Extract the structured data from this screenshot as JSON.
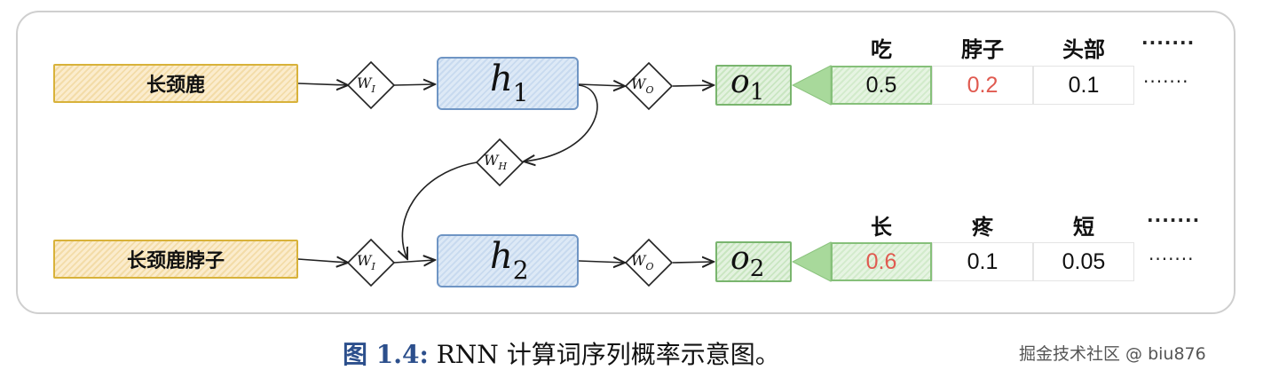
{
  "rows": [
    {
      "input": "长颈鹿",
      "w_in": {
        "base": "W",
        "sub": "I"
      },
      "hidden": {
        "base": "h",
        "sub": "1"
      },
      "w_out": {
        "base": "W",
        "sub": "O"
      },
      "output": {
        "base": "o",
        "sub": "1"
      },
      "words": [
        "吃",
        "脖子",
        "头部"
      ],
      "values": [
        "0.5",
        "0.2",
        "0.1"
      ],
      "highlight": 1,
      "dots": "·······"
    },
    {
      "input": "长颈鹿脖子",
      "w_in": {
        "base": "W",
        "sub": "I"
      },
      "hidden": {
        "base": "h",
        "sub": "2"
      },
      "w_out": {
        "base": "W",
        "sub": "O"
      },
      "output": {
        "base": "o",
        "sub": "2"
      },
      "words": [
        "长",
        "疼",
        "短"
      ],
      "values": [
        "0.6",
        "0.1",
        "0.05"
      ],
      "highlight": 0,
      "dots": "·······"
    }
  ],
  "w_hidden": {
    "base": "W",
    "sub": "H"
  },
  "colors": {
    "input_border": "#d8b23a",
    "hidden_border": "#6f95c4",
    "output_border": "#79b56e",
    "highlight_value": "#e05a50",
    "caption_label": "#2c4f8c"
  },
  "caption": {
    "label": "图 1.4:",
    "text": " RNN 计算词序列概率示意图。"
  },
  "watermark": "掘金技术社区 @ biu876"
}
